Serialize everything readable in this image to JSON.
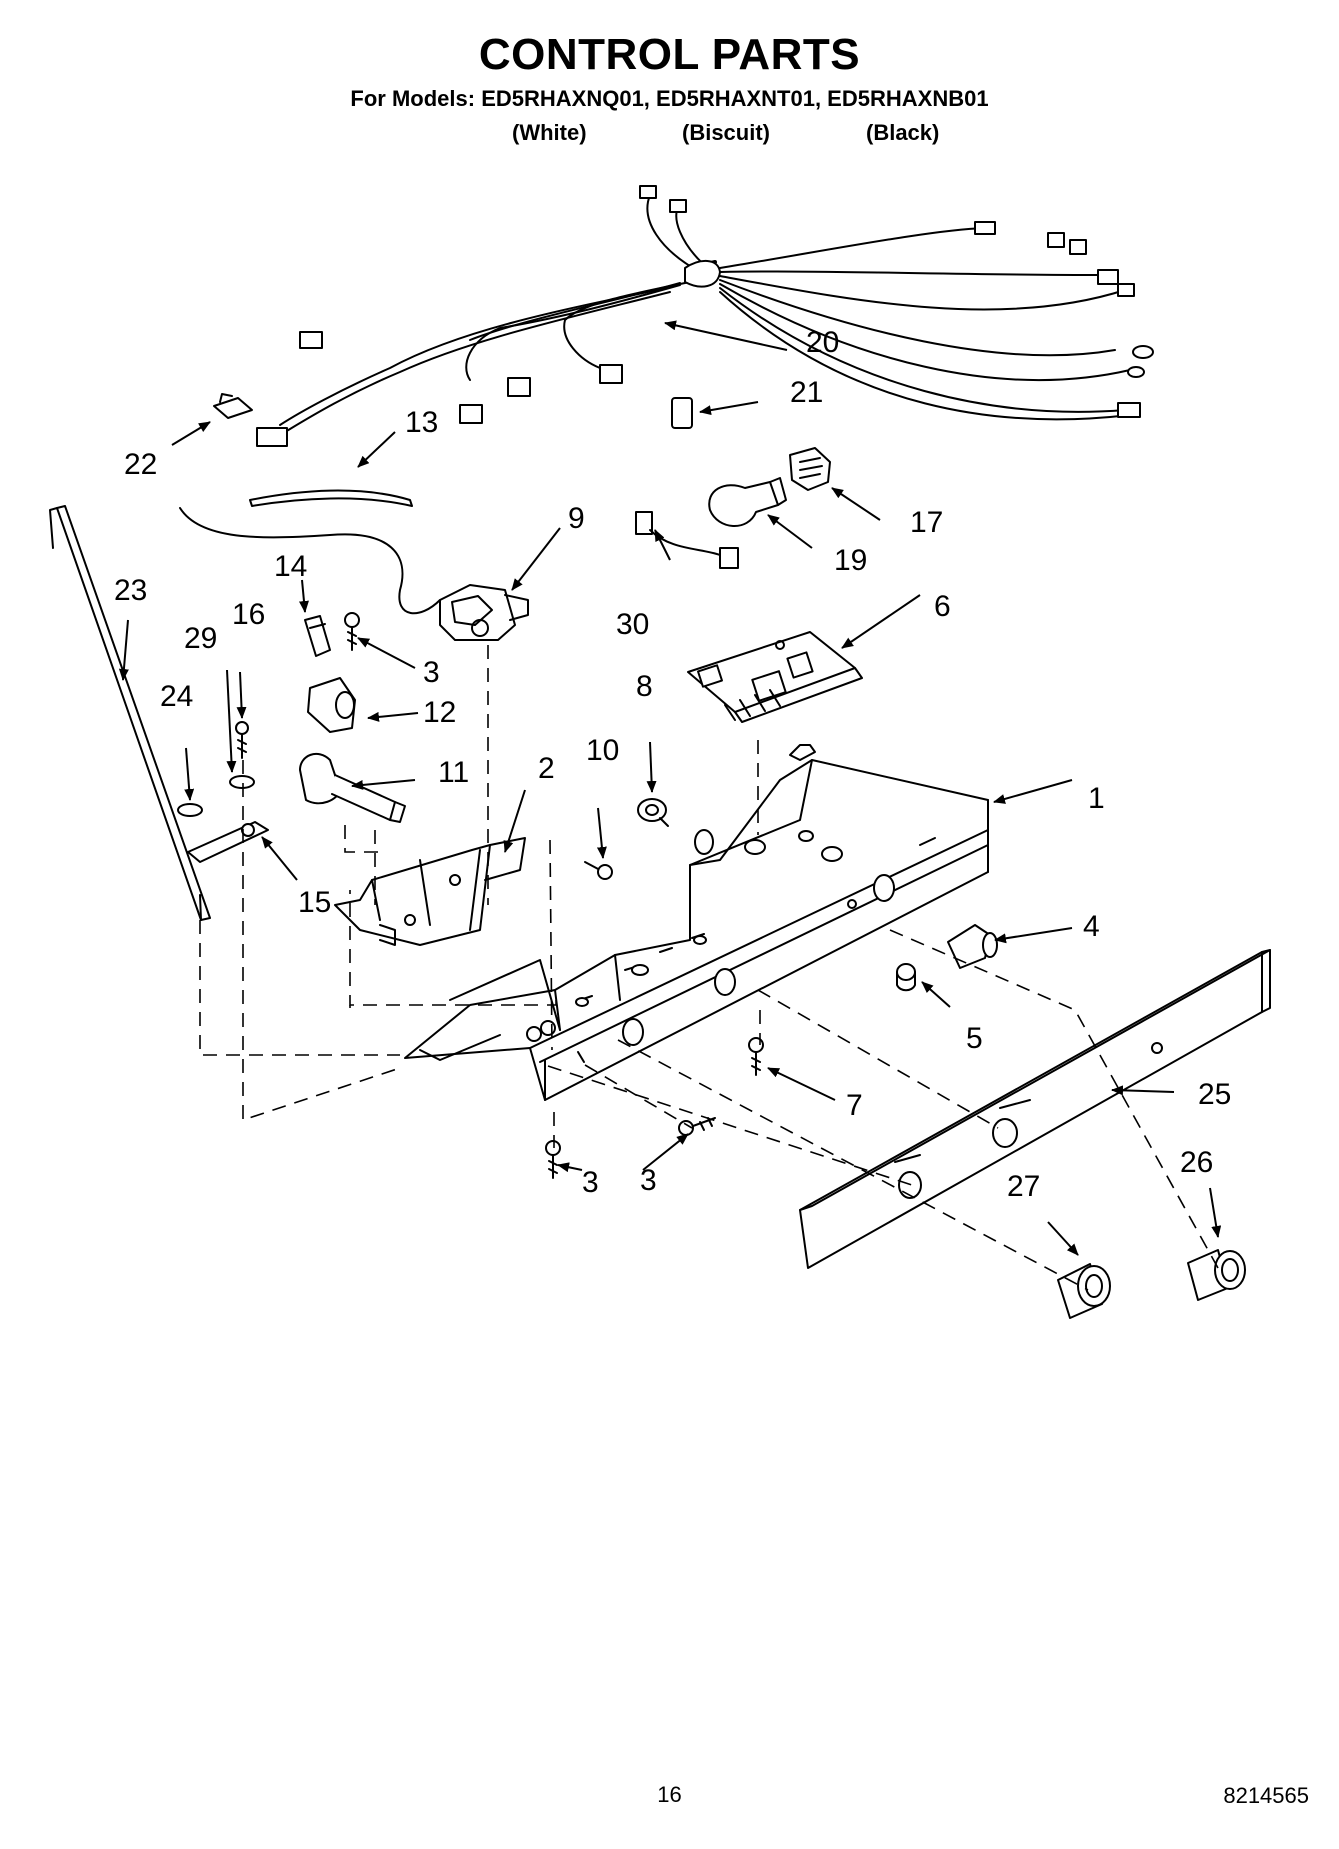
{
  "header": {
    "title": "CONTROL PARTS",
    "models": "For Models: ED5RHAXNQ01, ED5RHAXNT01, ED5RHAXNB01",
    "colors": [
      "(White)",
      "(Biscuit)",
      "(Black)"
    ]
  },
  "callouts": [
    "1",
    "2",
    "3",
    "3",
    "3",
    "4",
    "5",
    "6",
    "7",
    "8",
    "9",
    "10",
    "11",
    "12",
    "13",
    "14",
    "15",
    "16",
    "17",
    "19",
    "20",
    "21",
    "22",
    "23",
    "24",
    "25",
    "26",
    "27",
    "29",
    "30"
  ],
  "footer": {
    "page_number": "16",
    "doc_number": "8214565"
  }
}
